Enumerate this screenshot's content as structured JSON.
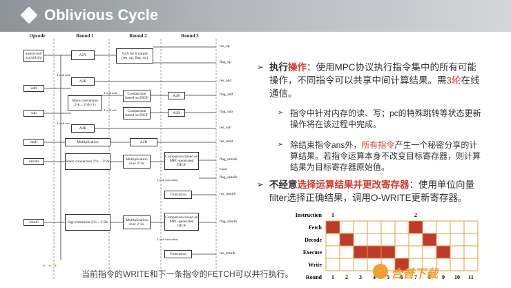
{
  "header": {
    "title": "Oblivious Cycle"
  },
  "diagram": {
    "columns": [
      "Opcode",
      "Round 1",
      "Round 2",
      "Round 3"
    ],
    "opcodes": [
      "and/or/not/ xor/shl/shr",
      "add",
      "sub",
      "mull",
      "umulh",
      "smulh"
    ],
    "boxes": {
      "a2y": "A2Y",
      "y2a": "Y2A for 6 output",
      "y2a_sub": "{res_op, flag_op}",
      "a2r_add": "A2R",
      "share_conv1": "Share conversion 2^k→2^(k+1)",
      "cmp1": "Comparison based on DICF",
      "a2r_1": "A2R",
      "cmp2": "Comparison based on DICF",
      "a2r_2": "A2R",
      "a2r_sub": "A2R",
      "mult": "Multiplication",
      "a2r_mull": "A2R",
      "share_conv2": "Share conversion 2^k→2^2k",
      "mult_over1": "Multiplication over 2^2k",
      "cmp_mpc1": "Comparison based on MPC-generated DICF",
      "trunc1": "Truncation",
      "sign_ext": "Sign extension 2^k→2^2k",
      "mult_over2": "Multiplication over 2^2k",
      "cmp_mpc2": "Comparison based on MPC-generated DICF",
      "trunc2": "Truncation"
    },
    "labels": {
      "local_add": "Local add",
      "local_sub": "Local sub",
      "local_truncation": "Local truncation",
      "equal": "Equal"
    },
    "outputs": [
      "res_op",
      "flag_op",
      "res_add",
      "flag_add",
      "flag_sub",
      "res_sub",
      "res_mull",
      "flag_umulh",
      "flag_umulh",
      "res_umulh",
      "flag_smulh",
      "res_smulh"
    ]
  },
  "bullet1": {
    "prefix": "执行",
    "highlight": "操作",
    "text": "：使用MPC协议执行指令集中的所有可能操作，不同指令可以共享中间计算结果。需",
    "num": "3",
    "num_suffix": "轮",
    "tail": "在线通信。"
  },
  "bullet2": {
    "text": "指令中针对内存的读、写；pc的特殊跳转等状态更新操作将在该过程中完成。"
  },
  "bullet3": {
    "pre": "除结束指令ans外，",
    "highlight": "所有指令",
    "post": "产生一个秘密分享的计算结果。若指令运算本身不改变目标寄存器，则计算结果为目标寄存器原始值。"
  },
  "bullet4": {
    "prefix": "不经意",
    "highlight": "选择运算结果并更改寄存器",
    "text": "：使用单位向量filter选择正确结果，调用O-WRITE更新寄存器。"
  },
  "pipeline": {
    "rows": [
      "Instruction",
      "Fetch",
      "Decode",
      "Execute",
      "Write",
      "Round"
    ],
    "instr_labels": [
      "1",
      "2"
    ],
    "round_labels": [
      "1",
      "2",
      "3",
      "4",
      "5",
      "6",
      "7",
      "8",
      "9",
      "10",
      "11"
    ],
    "colors": {
      "filled": "#c0392b",
      "grid": "#e0a030"
    }
  },
  "caption": "当前指令的WRITE和下一条指令的FETCH可以并行执行。",
  "dots": "• • •",
  "watermark": "合普下载"
}
